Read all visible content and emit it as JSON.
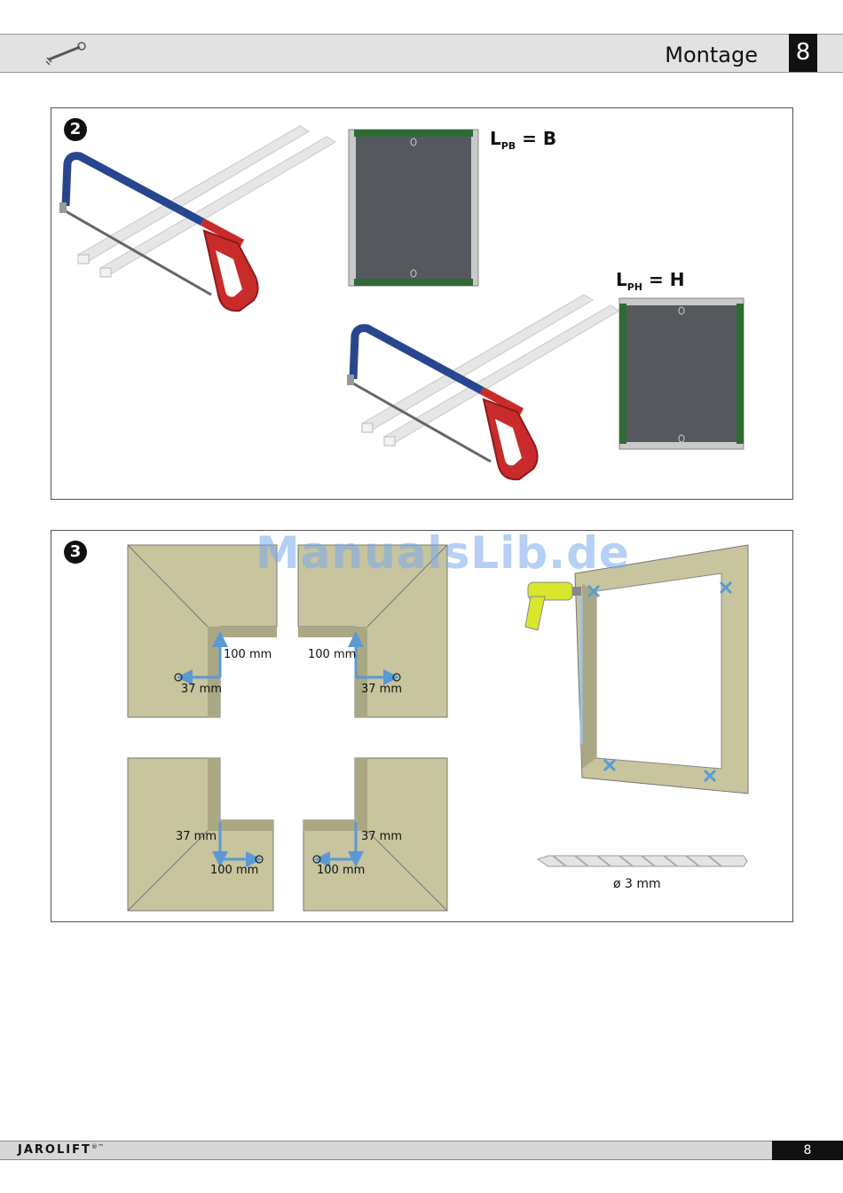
{
  "header": {
    "title": "Montage",
    "chapter": "8",
    "icon": "wrench-icon"
  },
  "step2": {
    "number": "2",
    "formula_width": {
      "l": "L",
      "sub": "PB",
      "rest": "= B"
    },
    "formula_height": {
      "l": "L",
      "sub": "PH",
      "rest": "= H"
    }
  },
  "step3": {
    "number": "3",
    "dims": {
      "tl_vertical": "100 mm",
      "tl_horizontal": "37 mm",
      "tr_vertical": "100 mm",
      "tr_horizontal": "37 mm",
      "bl_vertical": "37 mm",
      "bl_horizontal": "100 mm",
      "br_vertical": "37 mm",
      "br_horizontal": "100 mm"
    },
    "drill_label": "ø 3 mm"
  },
  "watermark": "ManualsLib.de",
  "footer": {
    "brand": "JAROLIFT",
    "trademark": "®™",
    "page": "8"
  },
  "colors": {
    "frame": "#c7c49e",
    "mesh": "#55595e",
    "green_edge": "#2e6b34",
    "saw_blue": "#28468f",
    "saw_red": "#c92b2b",
    "arrow": "#5a9ad4",
    "drill_yellow": "#d8e62e"
  }
}
